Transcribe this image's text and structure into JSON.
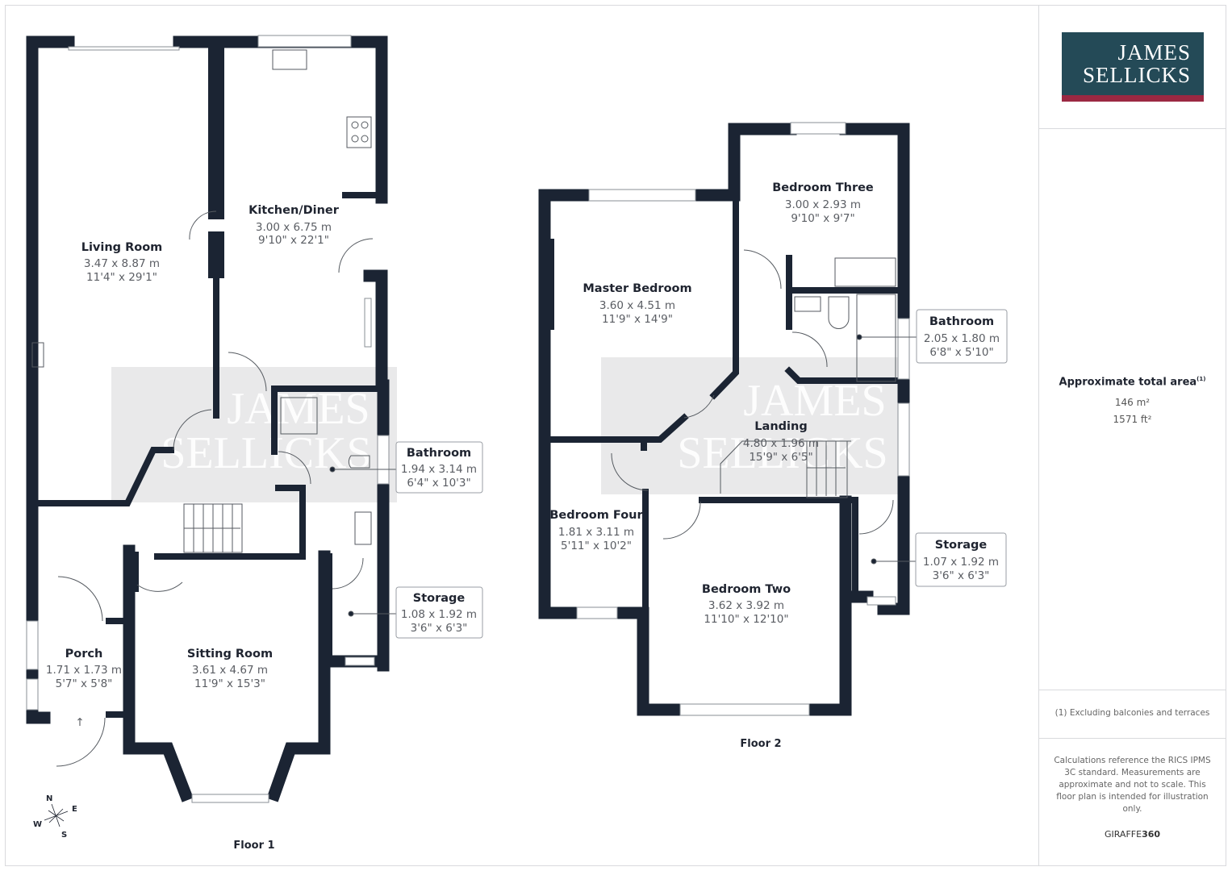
{
  "brand": {
    "logo_line1": "JAMES",
    "logo_line2": "SELLICKS",
    "logo_colors": {
      "background": "#244a57",
      "stripe": "#9b2842"
    },
    "watermark": "JAMES SELLICKS"
  },
  "summary": {
    "title": "Approximate total area",
    "title_sup": "(1)",
    "area_m2": "146 m²",
    "area_ft2": "1571 ft²",
    "footnote": "(1) Excluding balconies and terraces",
    "disclaimer": "Calculations reference the RICS IPMS 3C standard. Measurements are approximate and not to scale. This floor plan is intended for illustration only.",
    "provider_a": "GIRAFFE",
    "provider_b": "360"
  },
  "compass": {
    "n": "N",
    "e": "E",
    "s": "S",
    "w": "W"
  },
  "floors": [
    {
      "label": "Floor 1",
      "rooms": [
        {
          "name": "Living Room",
          "metric": "3.47 x 8.87 m",
          "imperial": "11'4\" x 29'1\""
        },
        {
          "name": "Kitchen/Diner",
          "metric": "3.00 x 6.75 m",
          "imperial": "9'10\" x 22'1\""
        },
        {
          "name": "Bathroom",
          "metric": "1.94 x 3.14 m",
          "imperial": "6'4\" x 10'3\""
        },
        {
          "name": "Storage",
          "metric": "1.08 x 1.92 m",
          "imperial": "3'6\" x 6'3\""
        },
        {
          "name": "Porch",
          "metric": "1.71 x 1.73 m",
          "imperial": "5'7\" x 5'8\""
        },
        {
          "name": "Sitting Room",
          "metric": "3.61 x 4.67 m",
          "imperial": "11'9\" x 15'3\""
        }
      ]
    },
    {
      "label": "Floor 2",
      "rooms": [
        {
          "name": "Bedroom Three",
          "metric": "3.00 x 2.93 m",
          "imperial": "9'10\" x 9'7\""
        },
        {
          "name": "Master Bedroom",
          "metric": "3.60 x 4.51 m",
          "imperial": "11'9\" x 14'9\""
        },
        {
          "name": "Bathroom",
          "metric": "2.05 x 1.80 m",
          "imperial": "6'8\" x 5'10\""
        },
        {
          "name": "Landing",
          "metric": "4.80 x 1.96 m",
          "imperial": "15'9\" x 6'5\""
        },
        {
          "name": "Bedroom Four",
          "metric": "1.81 x 3.11 m",
          "imperial": "5'11\" x 10'2\""
        },
        {
          "name": "Bedroom Two",
          "metric": "3.62 x 3.92 m",
          "imperial": "11'10\" x 12'10\""
        },
        {
          "name": "Storage",
          "metric": "1.07 x 1.92 m",
          "imperial": "3'6\" x 6'3\""
        }
      ]
    }
  ]
}
